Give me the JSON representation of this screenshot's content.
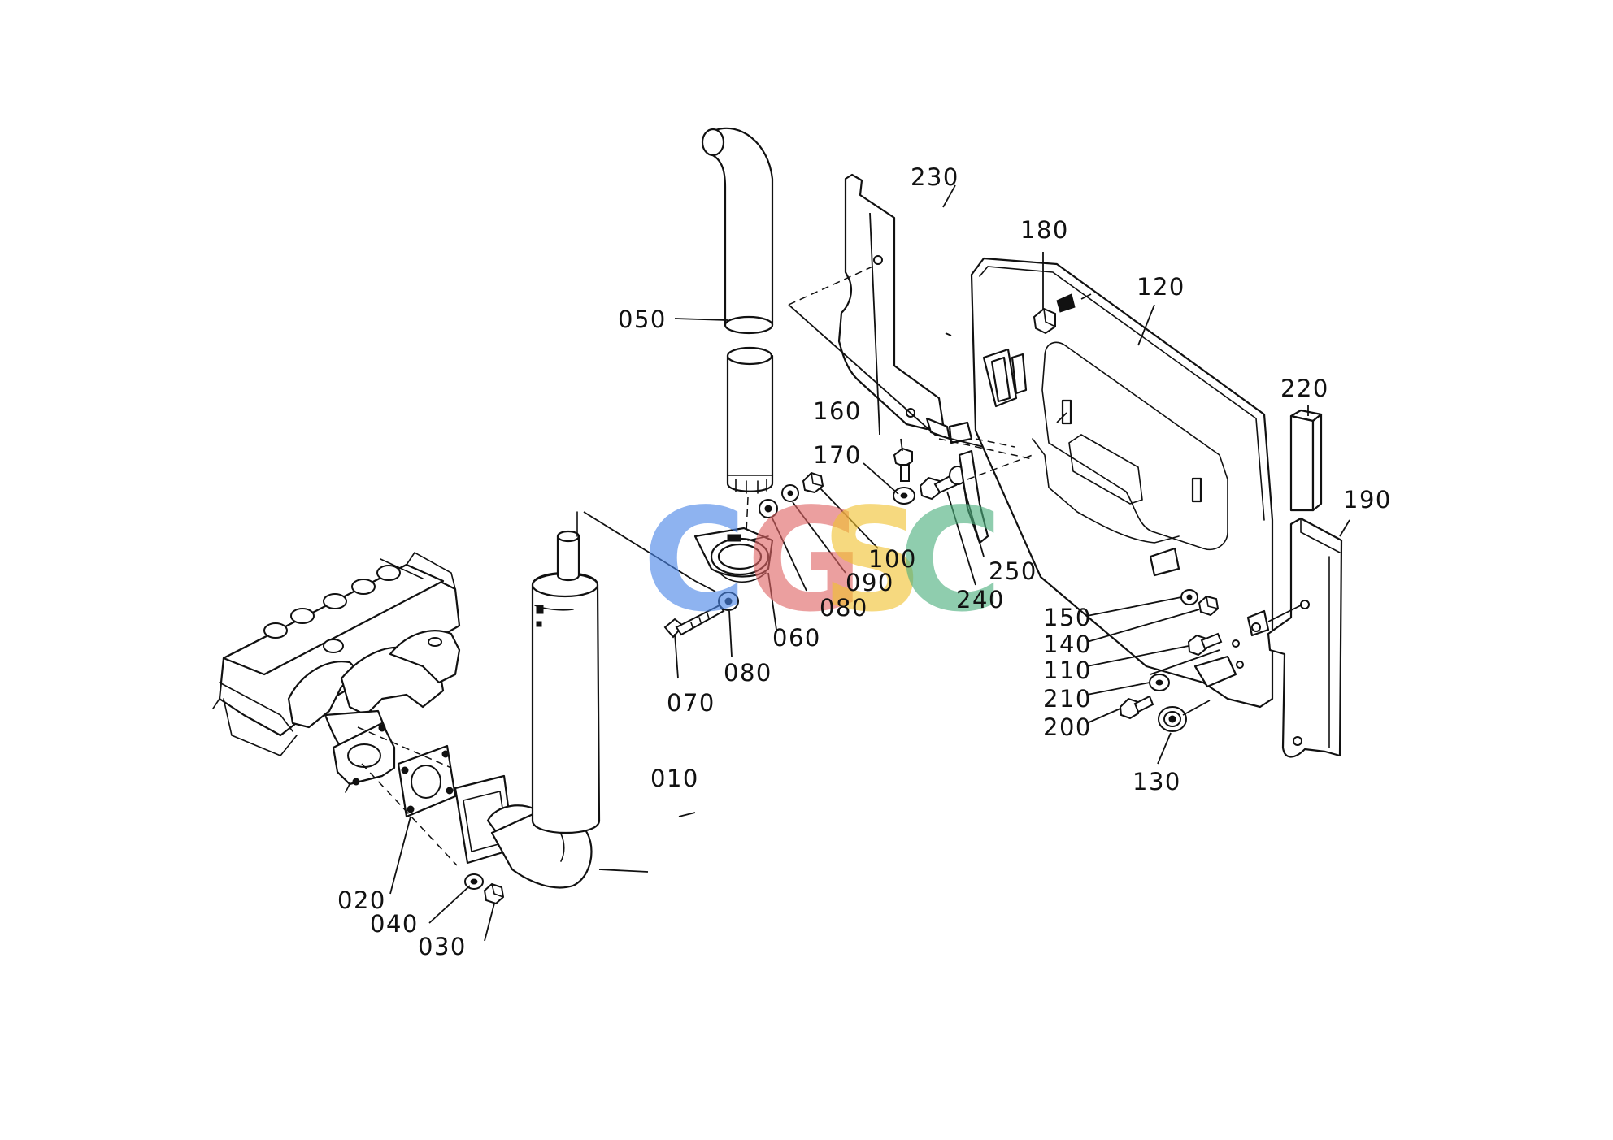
{
  "diagram": {
    "watermark": {
      "letters": [
        "C",
        "G",
        "S",
        "C"
      ],
      "colors": [
        "#4a86e8",
        "#e06666",
        "#f1c232",
        "#4caf7d"
      ]
    },
    "parts": [
      {
        "id": "p010",
        "label": "010"
      },
      {
        "id": "p020",
        "label": "020"
      },
      {
        "id": "p030",
        "label": "030"
      },
      {
        "id": "p040",
        "label": "040"
      },
      {
        "id": "p050",
        "label": "050"
      },
      {
        "id": "p060",
        "label": "060"
      },
      {
        "id": "p070",
        "label": "070"
      },
      {
        "id": "p080a",
        "label": "080"
      },
      {
        "id": "p080b",
        "label": "080"
      },
      {
        "id": "p090",
        "label": "090"
      },
      {
        "id": "p100",
        "label": "100"
      },
      {
        "id": "p110",
        "label": "110"
      },
      {
        "id": "p120",
        "label": "120"
      },
      {
        "id": "p130",
        "label": "130"
      },
      {
        "id": "p140",
        "label": "140"
      },
      {
        "id": "p150",
        "label": "150"
      },
      {
        "id": "p160",
        "label": "160"
      },
      {
        "id": "p170",
        "label": "170"
      },
      {
        "id": "p180",
        "label": "180"
      },
      {
        "id": "p190",
        "label": "190"
      },
      {
        "id": "p200",
        "label": "200"
      },
      {
        "id": "p210",
        "label": "210"
      },
      {
        "id": "p220",
        "label": "220"
      },
      {
        "id": "p230",
        "label": "230"
      },
      {
        "id": "p240",
        "label": "240"
      },
      {
        "id": "p250",
        "label": "250"
      }
    ]
  }
}
